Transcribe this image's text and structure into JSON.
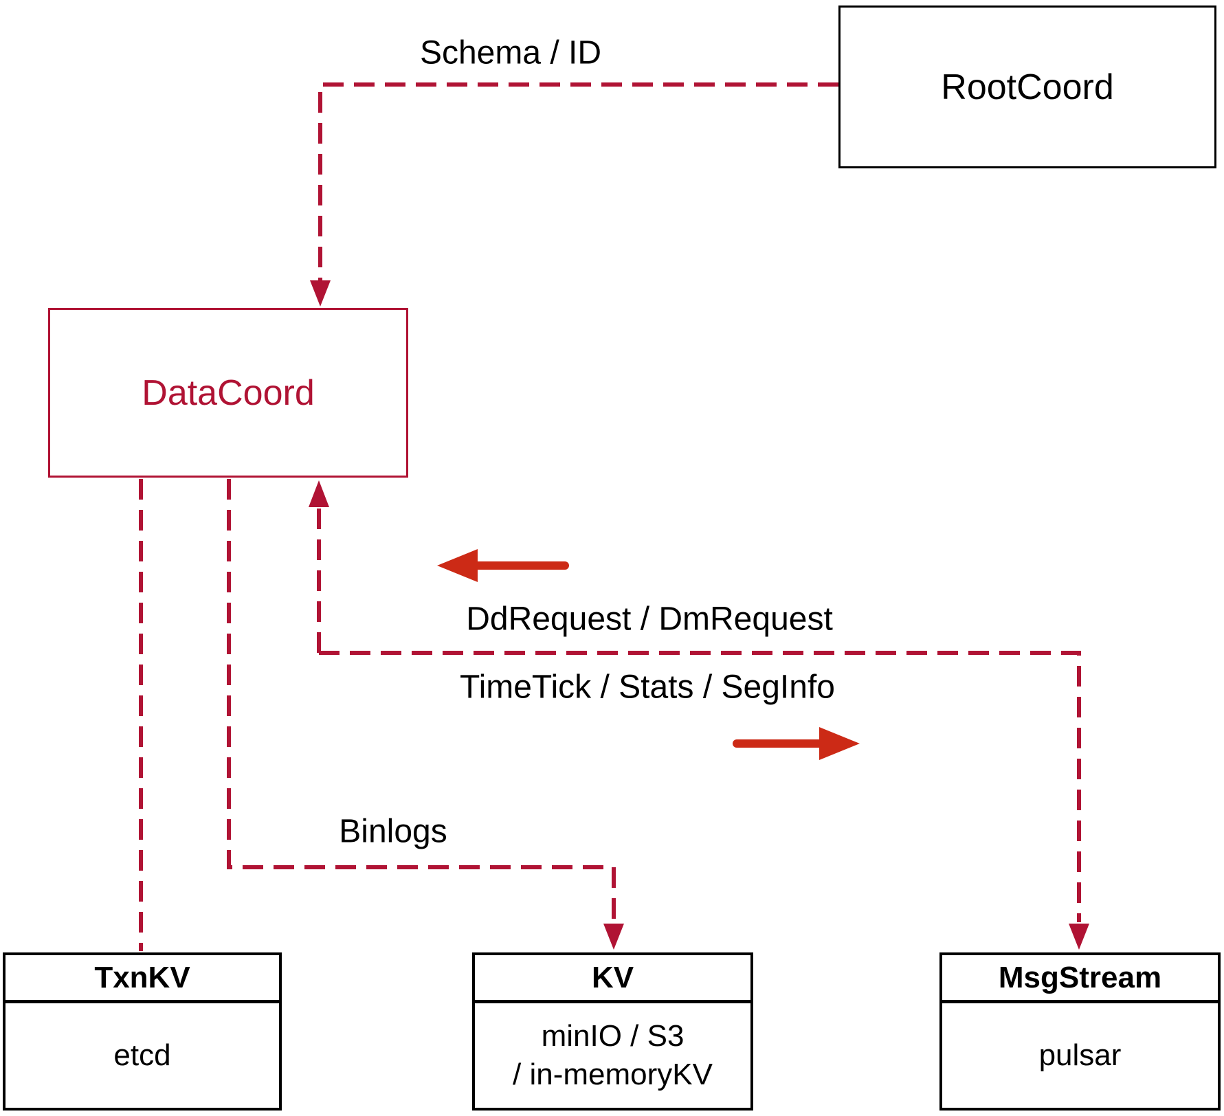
{
  "diagram": {
    "colors": {
      "dash_red": "#b01334",
      "solid_red": "#cc2a16",
      "ink": "#000000",
      "paper": "#ffffff"
    },
    "nodes": {
      "rootcoord": {
        "label": "RootCoord"
      },
      "datacoord": {
        "label": "DataCoord"
      },
      "txnkv": {
        "title": "TxnKV",
        "impl": "etcd"
      },
      "kv": {
        "title": "KV",
        "impl_line1": "minIO / S3",
        "impl_line2": "/ in-memoryKV"
      },
      "msgstream": {
        "title": "MsgStream",
        "impl": "pulsar"
      }
    },
    "edges": {
      "schema_id": {
        "label": "Schema / ID"
      },
      "dd_dm": {
        "label": "DdRequest / DmRequest"
      },
      "timetick": {
        "label": "TimeTick / Stats / SegInfo"
      },
      "binlogs": {
        "label": "Binlogs"
      }
    }
  }
}
